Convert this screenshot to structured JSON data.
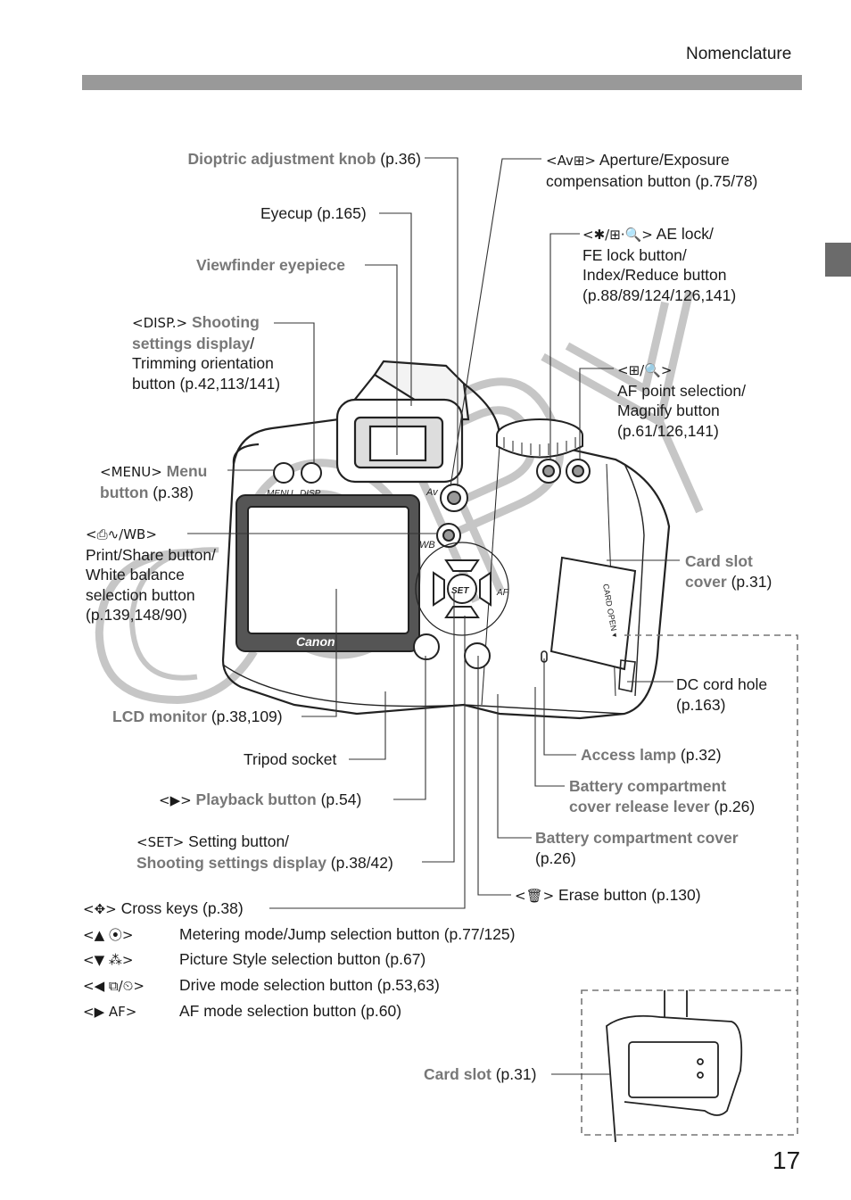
{
  "header": {
    "section": "Nomenclature",
    "page_number": "17"
  },
  "watermark": "COPY",
  "callouts": {
    "dioptric": {
      "bold": "Dioptric adjustment knob",
      "ref": " (p.36)"
    },
    "eyecup": {
      "text": "Eyecup (p.165)"
    },
    "viewfinder": {
      "bold": "Viewfinder eyepiece"
    },
    "disp": {
      "icon": "<DISP.>",
      "bold": " Shooting",
      "bold2": "settings display",
      "rest": "/",
      "line3": "Trimming orientation",
      "line4": "button (p.42,113/141)"
    },
    "menu": {
      "icon": "<MENU>",
      "bold": " Menu",
      "bold2": "button",
      "ref": " (p.38)"
    },
    "print": {
      "icon": "<⎙∿/WB>",
      "line2": "Print/Share button/",
      "line3": "White balance",
      "line4": "selection button",
      "line5": "(p.139,148/90)"
    },
    "lcd": {
      "bold": "LCD monitor",
      "ref": " (p.38,109)"
    },
    "tripod": {
      "text": "Tripod socket"
    },
    "playback": {
      "icon": "<▶>",
      "bold": " Playback button",
      "ref": " (p.54)"
    },
    "setting": {
      "icon": "<SET>",
      "line1": " Setting button/",
      "bold": "Shooting settings display",
      "ref": " (p.38/42)"
    },
    "cross": {
      "icon": "<✥>",
      "text": " Cross keys (p.38)"
    },
    "av": {
      "icon": "<Av⊞>",
      "line1": " Aperture/Exposure",
      "line2": "compensation button (p.75/78)"
    },
    "ae": {
      "icon": "<✱/⊞·🔍>",
      "line1": " AE lock/",
      "line2": "FE lock button/",
      "line3": "Index/Reduce button",
      "line4": " (p.88/89/124/126,141)"
    },
    "af_point": {
      "icon": "<⊞/🔍>",
      "line2": "AF point selection/",
      "line3": "Magnify button",
      "line4": "(p.61/126,141)"
    },
    "card_cover": {
      "bold": "Card slot",
      "bold2": "cover",
      "ref": " (p.31)"
    },
    "dc": {
      "line1": "DC cord hole",
      "line2": "(p.163)"
    },
    "access": {
      "bold": "Access lamp",
      "ref": " (p.32)"
    },
    "battery_lever": {
      "bold": "Battery compartment",
      "bold2": "cover release lever",
      "ref": " (p.26)"
    },
    "battery_cover": {
      "bold": "Battery compartment cover",
      "ref": "(p.26)"
    },
    "erase": {
      "icon": "<🗑>",
      "text": " Erase button (p.130)"
    },
    "card_slot": {
      "bold": "Card slot",
      "ref": " (p.31)"
    }
  },
  "button_list": [
    {
      "key": "<▲ ⦿>",
      "desc": "Metering mode/Jump selection button (p.77/125)"
    },
    {
      "key": "<▼ ⁂>",
      "desc": "Picture Style selection button (p.67)"
    },
    {
      "key": "<◀ ⧉/⏲>",
      "desc": "Drive mode selection button (p.53,63)"
    },
    {
      "key": "<▶ AF>",
      "desc": "AF mode selection button (p.60)"
    }
  ],
  "camera_text": {
    "brand": "Canon",
    "menu": "MENU",
    "disp": "DISP.",
    "av": "Av",
    "wb": "WB",
    "set": "SET",
    "af": "AF",
    "card_open": "CARD OPEN ▾"
  }
}
